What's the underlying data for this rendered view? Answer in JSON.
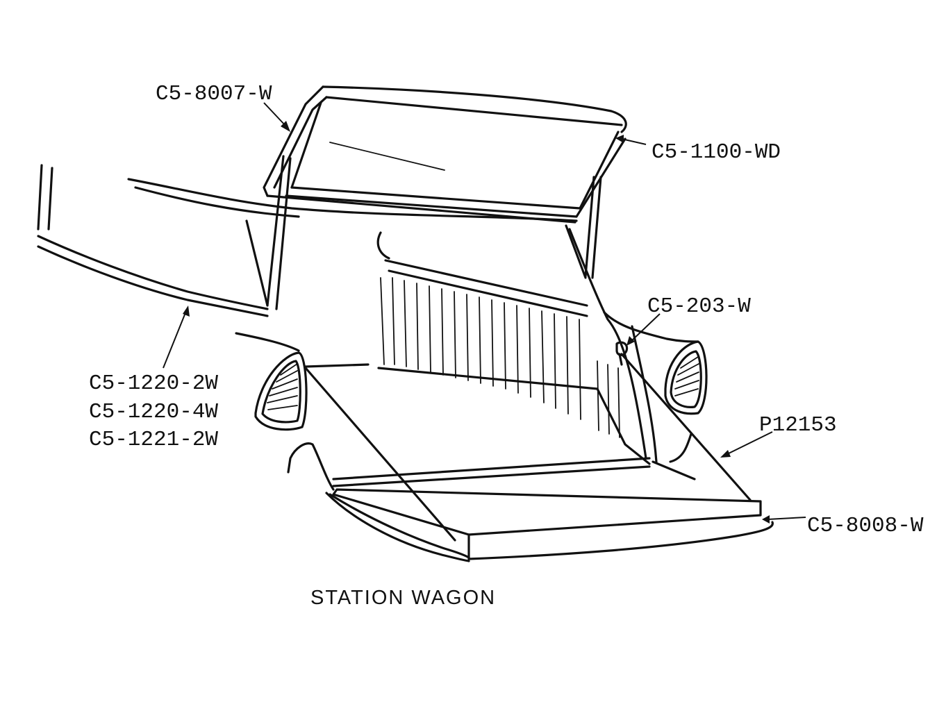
{
  "title": "STATION WAGON",
  "callouts": {
    "rear_glass_frame": "C5-8007-W",
    "window_glass": "C5-1100-WD",
    "hinge": "C5-203-W",
    "fender_welt_1": "C5-1220-2W",
    "fender_welt_2": "C5-1220-4W",
    "fender_welt_3": "C5-1221-2W",
    "tailgate_cable": "P12153",
    "tailgate_seal": "C5-8008-W"
  },
  "colors": {
    "ink": "#111111",
    "paper": "#ffffff"
  }
}
